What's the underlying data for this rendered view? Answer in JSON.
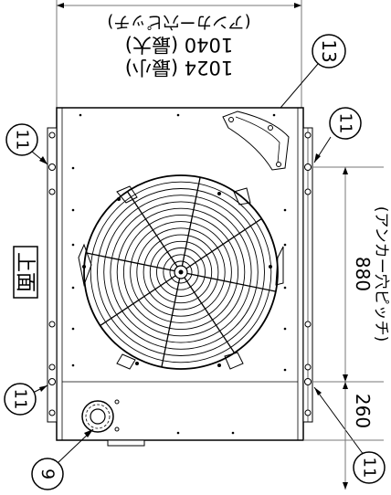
{
  "dimensions": {
    "top_min": "1024 (最小)",
    "top_max": "1040 (最大)",
    "top_note": "(アンカー穴ピッチ)",
    "right_value": "880",
    "right_note": "(アンカー穴ピッチ)",
    "bottom_value": "260"
  },
  "side_label": "上面",
  "callouts": {
    "c13": "13",
    "c11_top_left": "11",
    "c11_top_right": "11",
    "c11_bottom_left": "11",
    "c11_bottom_right": "11",
    "c9": "9"
  },
  "fan": {
    "guard_rings": 14,
    "spokes": 8
  }
}
